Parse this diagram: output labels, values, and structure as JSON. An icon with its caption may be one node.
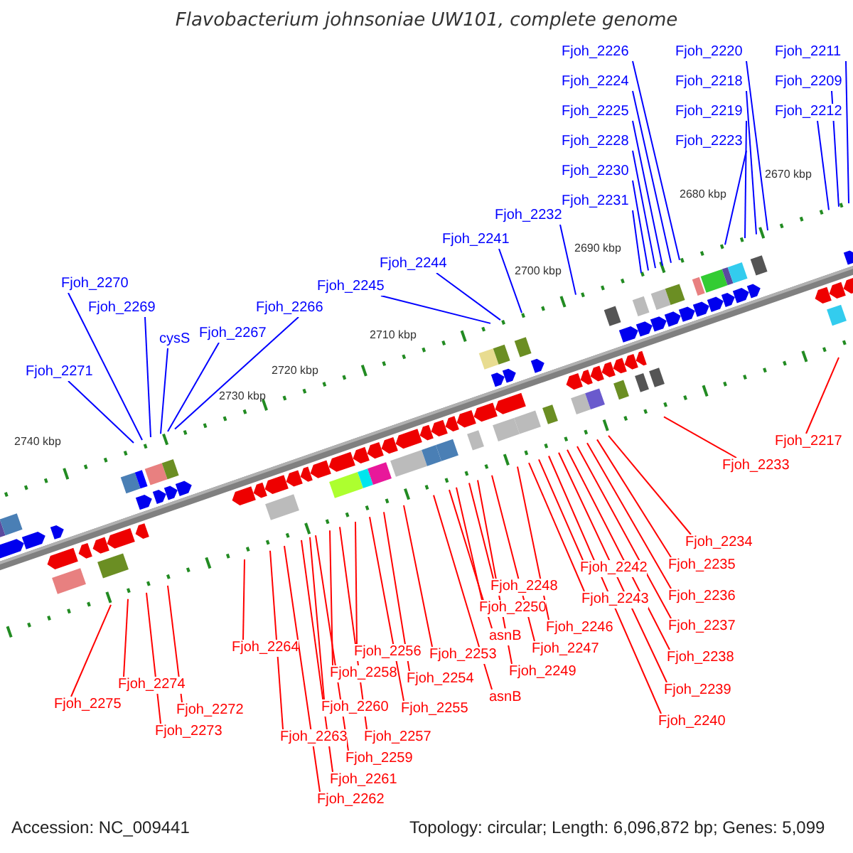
{
  "diagram": {
    "title": "Flavobacterium johnsoniae UW101, complete genome",
    "nodes": [
      {
        "text": [
          "Fjoh_2226"
        ]
      },
      {
        "text": [
          "Fjoh_2220"
        ]
      },
      {
        "text": [
          "Fjoh_2211"
        ]
      },
      {
        "text": [
          "Fjoh_2224"
        ]
      },
      {
        "text": [
          "Fjoh_2218"
        ]
      },
      {
        "text": [
          "Fjoh_2209"
        ]
      },
      {
        "text": [
          "Fjoh_2225"
        ]
      },
      {
        "text": [
          "Fjoh_2219"
        ]
      },
      {
        "text": [
          "Fjoh_2212"
        ]
      },
      {
        "text": [
          "Fjoh_2228"
        ]
      },
      {
        "text": [
          "Fjoh_2223"
        ]
      },
      {
        "text": [
          "Fjoh_2230"
        ]
      },
      {
        "text": [
          "Fjoh_2231"
        ]
      },
      {
        "text": [
          "Fjoh_2232"
        ]
      },
      {
        "text": [
          "Fjoh_2241"
        ]
      },
      {
        "text": [
          "Fjoh_2244"
        ]
      },
      {
        "text": [
          "Fjoh_2245"
        ]
      },
      {
        "text": [
          "Fjoh_2266"
        ]
      },
      {
        "text": [
          "Fjoh_2267"
        ]
      },
      {
        "text": [
          "cysS"
        ]
      },
      {
        "text": [
          "Fjoh_2270"
        ]
      },
      {
        "text": [
          "Fjoh_2269"
        ]
      },
      {
        "text": [
          "Fjoh_2271"
        ]
      },
      {
        "text": [
          "Fjoh_2217"
        ]
      },
      {
        "text": [
          "Fjoh_2233"
        ]
      },
      {
        "text": [
          "Fjoh_2234"
        ]
      },
      {
        "text": [
          "Fjoh_2235"
        ]
      },
      {
        "text": [
          "Fjoh_2236"
        ]
      },
      {
        "text": [
          "Fjoh_2237"
        ]
      },
      {
        "text": [
          "Fjoh_2238"
        ]
      },
      {
        "text": [
          "Fjoh_2239"
        ]
      },
      {
        "text": [
          "Fjoh_2240"
        ]
      },
      {
        "text": [
          "Fjoh_2242"
        ]
      },
      {
        "text": [
          "Fjoh_2243"
        ]
      },
      {
        "text": [
          "Fjoh_2246"
        ]
      },
      {
        "text": [
          "Fjoh_2247"
        ]
      },
      {
        "text": [
          "Fjoh_2249"
        ]
      },
      {
        "text": [
          "Fjoh_2248"
        ]
      },
      {
        "text": [
          "Fjoh_2250"
        ]
      },
      {
        "text": [
          "asnB"
        ]
      },
      {
        "text": [
          "asnB"
        ]
      },
      {
        "text": [
          "Fjoh_2253"
        ]
      },
      {
        "text": [
          "Fjoh_2254"
        ]
      },
      {
        "text": [
          "Fjoh_2255"
        ]
      },
      {
        "text": [
          "Fjoh_2256"
        ]
      },
      {
        "text": [
          "Fjoh_2257"
        ]
      },
      {
        "text": [
          "Fjoh_2258"
        ]
      },
      {
        "text": [
          "Fjoh_2259"
        ]
      },
      {
        "text": [
          "Fjoh_2260"
        ]
      },
      {
        "text": [
          "Fjoh_2261"
        ]
      },
      {
        "text": [
          "Fjoh_2262"
        ]
      },
      {
        "text": [
          "Fjoh_2263"
        ]
      },
      {
        "text": [
          "Fjoh_2264"
        ]
      },
      {
        "text": [
          "Fjoh_2272"
        ]
      },
      {
        "text": [
          "Fjoh_2273"
        ]
      },
      {
        "text": [
          "Fjoh_2274"
        ]
      },
      {
        "text": [
          "Fjoh_2275"
        ]
      }
    ],
    "edges": [
      {
        "from": 0,
        "to": null,
        "arrow": "none",
        "color": "#0000ff"
      },
      {
        "from": 1,
        "to": null,
        "arrow": "none",
        "color": "#0000ff"
      },
      {
        "from": 2,
        "to": null,
        "arrow": "none",
        "color": "#0000ff"
      },
      {
        "from": 3,
        "to": null,
        "arrow": "none",
        "color": "#0000ff"
      },
      {
        "from": 4,
        "to": null,
        "arrow": "none",
        "color": "#0000ff"
      },
      {
        "from": 5,
        "to": null,
        "arrow": "none",
        "color": "#0000ff"
      },
      {
        "from": 6,
        "to": null,
        "arrow": "none",
        "color": "#0000ff"
      },
      {
        "from": 7,
        "to": null,
        "arrow": "none",
        "color": "#0000ff"
      },
      {
        "from": 8,
        "to": null,
        "arrow": "none",
        "color": "#0000ff"
      },
      {
        "from": 9,
        "to": null,
        "arrow": "none",
        "color": "#0000ff"
      },
      {
        "from": 10,
        "to": null,
        "arrow": "none",
        "color": "#0000ff"
      },
      {
        "from": 11,
        "to": null,
        "arrow": "none",
        "color": "#0000ff"
      },
      {
        "from": 12,
        "to": null,
        "arrow": "none",
        "color": "#0000ff"
      },
      {
        "from": 13,
        "to": null,
        "arrow": "none",
        "color": "#0000ff"
      },
      {
        "from": 14,
        "to": null,
        "arrow": "none",
        "color": "#0000ff"
      },
      {
        "from": 15,
        "to": null,
        "arrow": "none",
        "color": "#0000ff"
      },
      {
        "from": 16,
        "to": null,
        "arrow": "none",
        "color": "#0000ff"
      },
      {
        "from": 17,
        "to": null,
        "arrow": "none",
        "color": "#0000ff"
      },
      {
        "from": 18,
        "to": null,
        "arrow": "none",
        "color": "#0000ff"
      },
      {
        "from": 19,
        "to": null,
        "arrow": "none",
        "color": "#0000ff"
      },
      {
        "from": 20,
        "to": null,
        "arrow": "none",
        "color": "#0000ff"
      },
      {
        "from": 21,
        "to": null,
        "arrow": "none",
        "color": "#0000ff"
      },
      {
        "from": 22,
        "to": null,
        "arrow": "none",
        "color": "#0000ff"
      },
      {
        "from": 23,
        "to": null,
        "arrow": "none"
      },
      {
        "from": 24,
        "to": null,
        "arrow": "none"
      },
      {
        "from": 25,
        "to": null,
        "arrow": "none"
      },
      {
        "from": 26,
        "to": null,
        "arrow": "none"
      },
      {
        "from": 27,
        "to": null,
        "arrow": "none"
      },
      {
        "from": 28,
        "to": null,
        "arrow": "none"
      },
      {
        "from": 29,
        "to": null,
        "arrow": "none"
      },
      {
        "from": 30,
        "to": null,
        "arrow": "none"
      },
      {
        "from": 31,
        "to": null,
        "arrow": "none"
      },
      {
        "from": 32,
        "to": null,
        "arrow": "none"
      },
      {
        "from": 33,
        "to": null,
        "arrow": "none"
      },
      {
        "from": 34,
        "to": null,
        "arrow": "none"
      },
      {
        "from": 35,
        "to": null,
        "arrow": "none"
      },
      {
        "from": 36,
        "to": null,
        "arrow": "none"
      },
      {
        "from": 37,
        "to": null,
        "arrow": "none"
      },
      {
        "from": 38,
        "to": null,
        "arrow": "none"
      },
      {
        "from": 39,
        "to": null,
        "arrow": "none"
      },
      {
        "from": 40,
        "to": null,
        "arrow": "none"
      },
      {
        "from": 41,
        "to": null,
        "arrow": "none"
      },
      {
        "from": 42,
        "to": null,
        "arrow": "none"
      },
      {
        "from": 43,
        "to": null,
        "arrow": "none"
      },
      {
        "from": 44,
        "to": null,
        "arrow": "none"
      },
      {
        "from": 45,
        "to": null,
        "arrow": "none"
      },
      {
        "from": 46,
        "to": null,
        "arrow": "none"
      },
      {
        "from": 47,
        "to": null,
        "arrow": "none"
      },
      {
        "from": 48,
        "to": null,
        "arrow": "none"
      },
      {
        "from": 49,
        "to": null,
        "arrow": "none"
      },
      {
        "from": 50,
        "to": null,
        "arrow": "none"
      },
      {
        "from": 51,
        "to": null,
        "arrow": "none"
      },
      {
        "from": 52,
        "to": null,
        "arrow": "none"
      },
      {
        "from": 53,
        "to": null,
        "arrow": "none"
      },
      {
        "from": 54,
        "to": null,
        "arrow": "none"
      },
      {
        "from": 55,
        "to": null,
        "arrow": "none"
      },
      {
        "from": 56,
        "to": null,
        "arrow": "none"
      }
    ],
    "labels": [
      "2670 kbp",
      "2680 kbp",
      "2690 kbp",
      "2700 kbp",
      "2710 kbp",
      "2720 kbp",
      "2730 kbp",
      "2740 kbp",
      "Accession: NC_009441",
      "Topology: circular; Length: 6,096,872 bp; Genes: 5,099"
    ]
  }
}
